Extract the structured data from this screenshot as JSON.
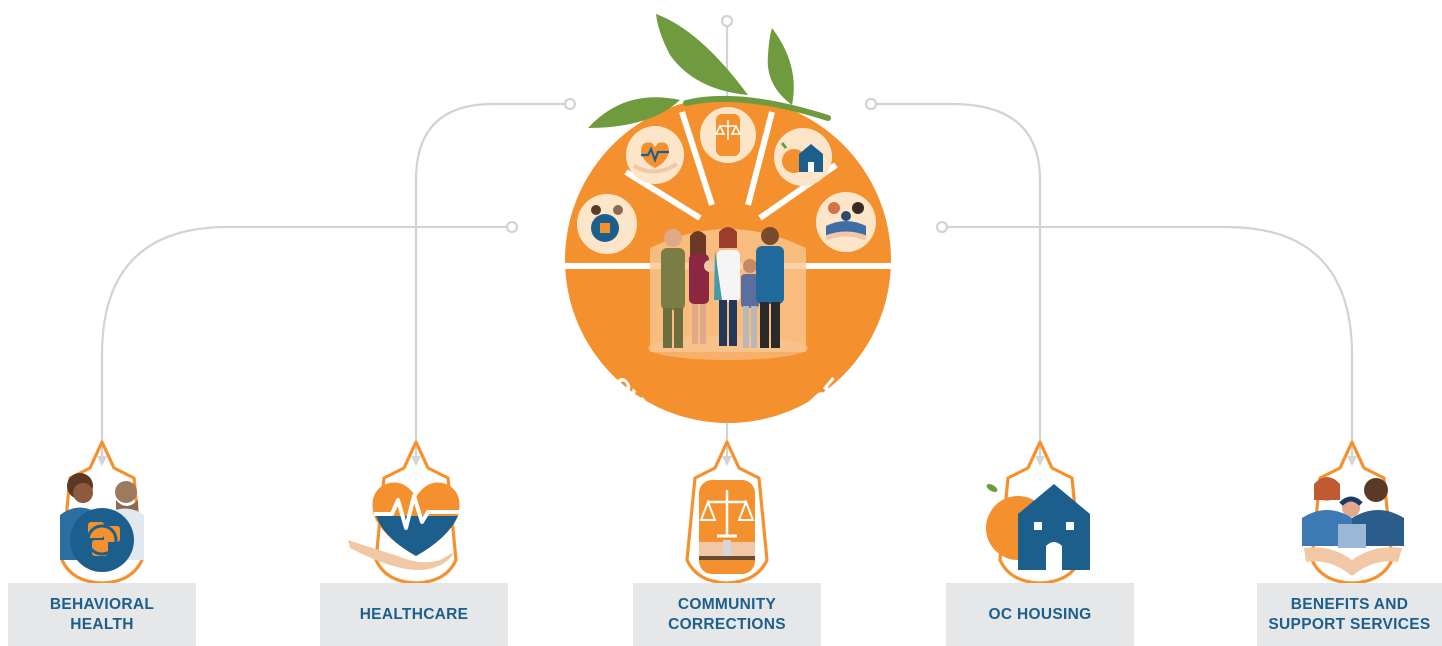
{
  "center": {
    "title": "SYSTEMS OF CARE",
    "hub_illustration": "diverse-family-group-illustration"
  },
  "systems": [
    {
      "label": "BEHAVIORAL\nHEALTH",
      "icon": "puzzle-people-icon"
    },
    {
      "label": "HEALTHCARE",
      "icon": "heart-hand-icon"
    },
    {
      "label": "COMMUNITY\nCORRECTIONS",
      "icon": "justice-scales-icon"
    },
    {
      "label": "OC HOUSING",
      "icon": "orange-house-icon"
    },
    {
      "label": "BENEFITS AND\nSUPPORT SERVICES",
      "icon": "family-handshake-icon"
    }
  ],
  "colors": {
    "orange": "#f4912e",
    "navy": "#1d5f8c",
    "connector": "#d1d3d4",
    "label_bg": "#e6e7e8",
    "leaf": "#6f9a3d"
  }
}
